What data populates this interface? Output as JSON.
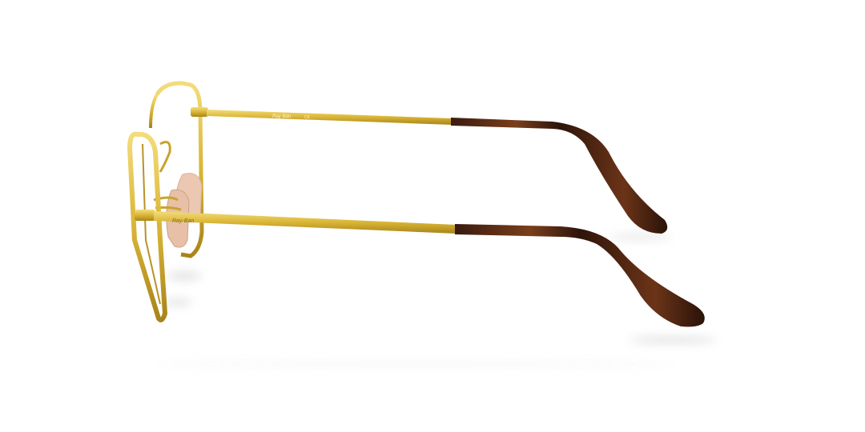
{
  "image": {
    "subject": "eyeglasses",
    "view": "side",
    "logo_text": "Ray-Ban",
    "marking_text": "CE",
    "colors": {
      "background": "#ffffff",
      "frame_gold": "#d9b536",
      "frame_gold_dark": "#a8841a",
      "frame_gold_light": "#f3dc7a",
      "tips_tortoise": "#3a1a0e",
      "tips_tortoise_light": "#7a3f1c",
      "nose_pad": "#ecc8b2",
      "shadow": "#d8d8d8"
    }
  }
}
